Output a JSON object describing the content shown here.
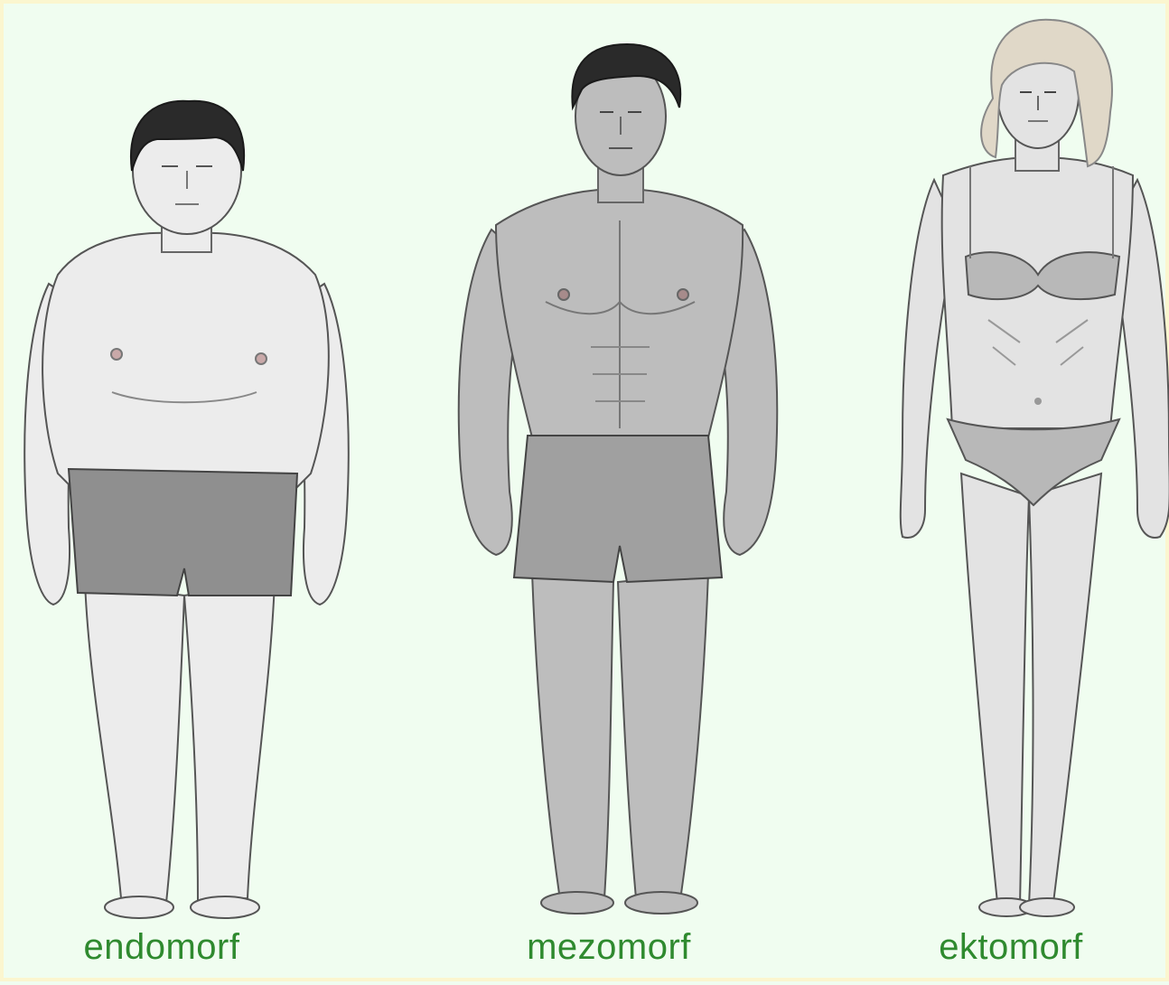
{
  "labels": {
    "endomorf": "endomorf",
    "mezomorf": "mezomorf",
    "ektomorf": "ektomorf"
  },
  "colors": {
    "background": "#f0fdf0",
    "border": "#fbf6cf",
    "label_text": "#2f8a2f",
    "skin_light": "#ececec",
    "skin_medium": "#bdbdbd",
    "shorts_dark": "#8f8f8f",
    "hair_dark": "#2a2a2a",
    "outline": "#555555"
  }
}
